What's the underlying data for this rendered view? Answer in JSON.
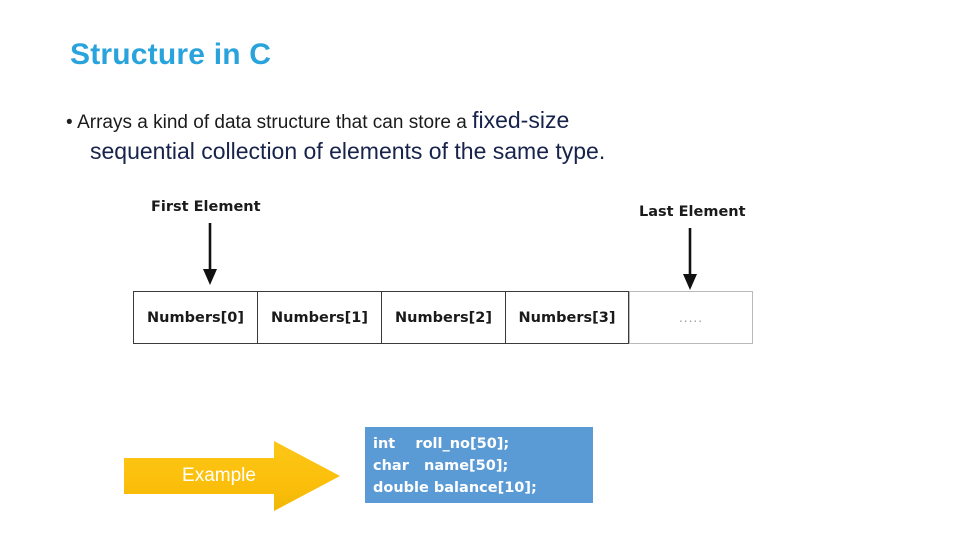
{
  "slide": {
    "title": "Structure in C",
    "bullet": {
      "marker": "•",
      "lead_text": "Arrays a kind of data structure that can store a ",
      "emphasis_text": "fixed-size",
      "second_line": "sequential collection of elements of the same type."
    },
    "diagram": {
      "callout_first": "First Element",
      "callout_last": "Last Element",
      "cells": [
        "Numbers[0]",
        "Numbers[1]",
        "Numbers[2]",
        "Numbers[3]",
        "....."
      ]
    },
    "example": {
      "arrow_label": "Example",
      "code_lines": [
        "int    roll_no[50];",
        "char   name[50];",
        "double balance[10];"
      ]
    },
    "colors": {
      "title": "#29a3dc",
      "body_navy": "#17234b",
      "code_box_blue": "#5b9bd5",
      "arrow_gold": "#ffc000",
      "cell_border": "#3a3a3a"
    }
  }
}
